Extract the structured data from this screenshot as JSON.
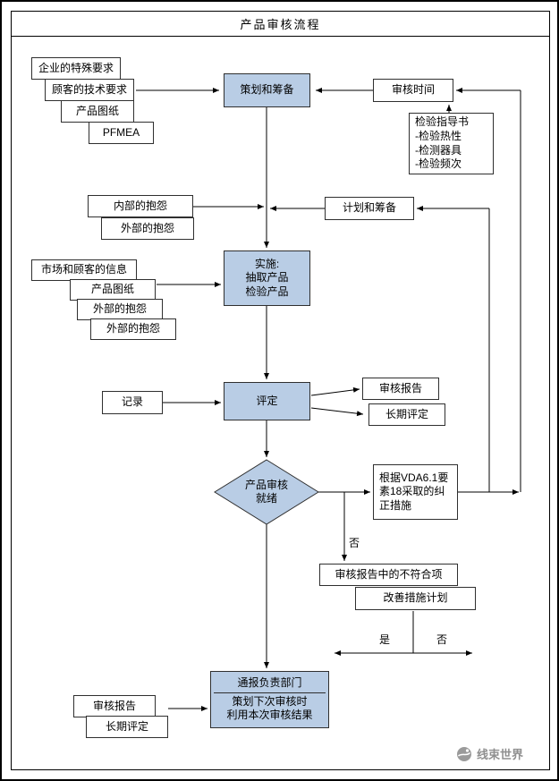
{
  "title": "产品审核流程",
  "colors": {
    "node_fill": "#b9cde5",
    "watermark_color": "#8f8f8f"
  },
  "stacks": {
    "requirements": [
      "企业的特殊要求",
      "顾客的技术要求",
      "产品图纸",
      "PFMEA"
    ],
    "complaints": [
      "内部的抱怨",
      "外部的抱怨"
    ],
    "info": [
      "市场和顾客的信息",
      "产品图纸",
      "外部的抱怨",
      "外部的抱怨"
    ],
    "final_inputs": [
      "审核报告",
      "长期评定"
    ]
  },
  "nodes": {
    "planning": "策划和筹备",
    "audit_time": "审核时间",
    "inspection_guide": {
      "title": "检验指导书",
      "items": [
        "-检验热性",
        "-检测器具",
        "-检验频次"
      ]
    },
    "plan_prepare": "计划和筹备",
    "implement": {
      "line1": "实施:",
      "line2": "抽取产品",
      "line3": "检验产品"
    },
    "record": "记录",
    "assess": "评定",
    "audit_report": "审核报告",
    "longterm_eval": "长期评定",
    "decision": {
      "line1": "产品审核",
      "line2": "就绪"
    },
    "corrective": {
      "line1": "根据VDA6.1要",
      "line2": "素18采取的纠",
      "line3": "正措施"
    },
    "nonconformities": "审核报告中的不符合项",
    "improvement_plan": "改善措施计划",
    "notify": {
      "line1": "通报负责部门",
      "line2": "策划下次审核时",
      "line3": "利用本次审核结果"
    }
  },
  "labels": {
    "no_branch": "否",
    "yes": "是",
    "no": "否"
  },
  "watermark": "线束世界"
}
